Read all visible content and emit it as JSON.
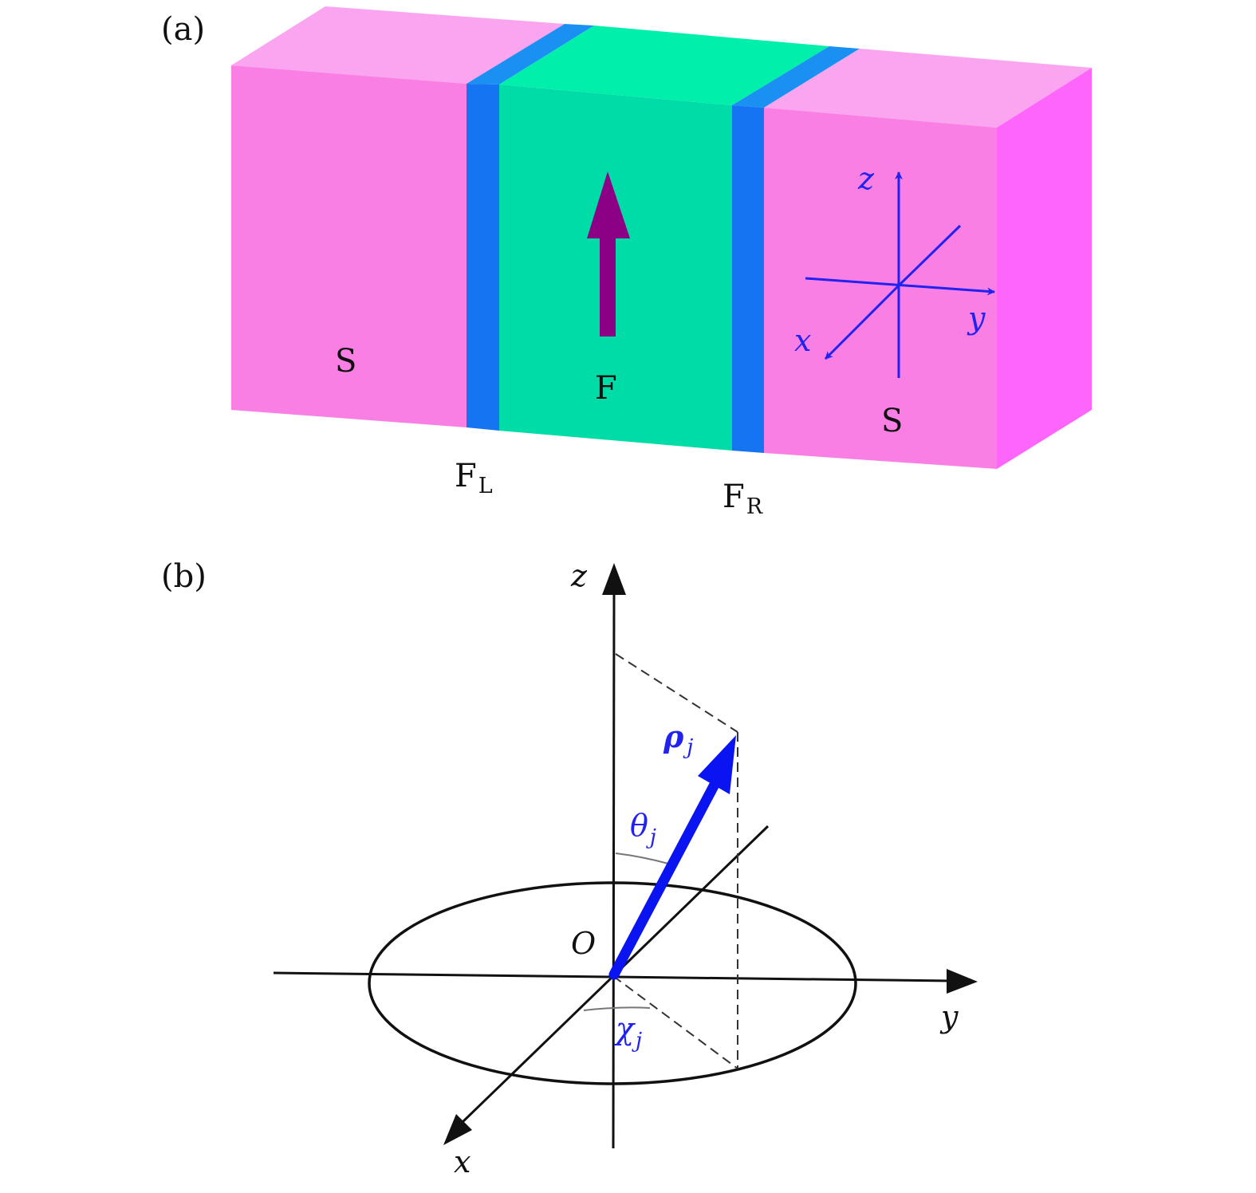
{
  "panel_a": {
    "label": "(a)",
    "layers": {
      "left_s": "S",
      "middle_f": "F",
      "right_s": "S",
      "interface_left": {
        "main": "F",
        "sub": "L"
      },
      "interface_right": {
        "main": "F",
        "sub": "R"
      }
    },
    "axes": {
      "x": "x",
      "y": "y",
      "z": "z"
    },
    "colors": {
      "superconductor_front": "#f97fe4",
      "superconductor_top": "#fba4ef",
      "superconductor_side": "#fe66fb",
      "ferromagnet_front": "#00dca8",
      "ferromagnet_top": "#00f0ac",
      "interface_layer": "#1474f2",
      "interface_top": "#1a90f2",
      "magnetization_arrow": "#8c0086",
      "axes_color": "#2222ee"
    }
  },
  "panel_b": {
    "label": "(b)",
    "axes": {
      "x": "x",
      "y": "y",
      "z": "z"
    },
    "origin": "O",
    "vector": {
      "symbol": "ρ",
      "sub": "j"
    },
    "polar_angle": {
      "symbol": "θ",
      "sub": "j"
    },
    "azimuth_angle": {
      "symbol": "χ",
      "sub": "j"
    },
    "colors": {
      "axes": "#111111",
      "vector": "#0a14f0"
    }
  }
}
